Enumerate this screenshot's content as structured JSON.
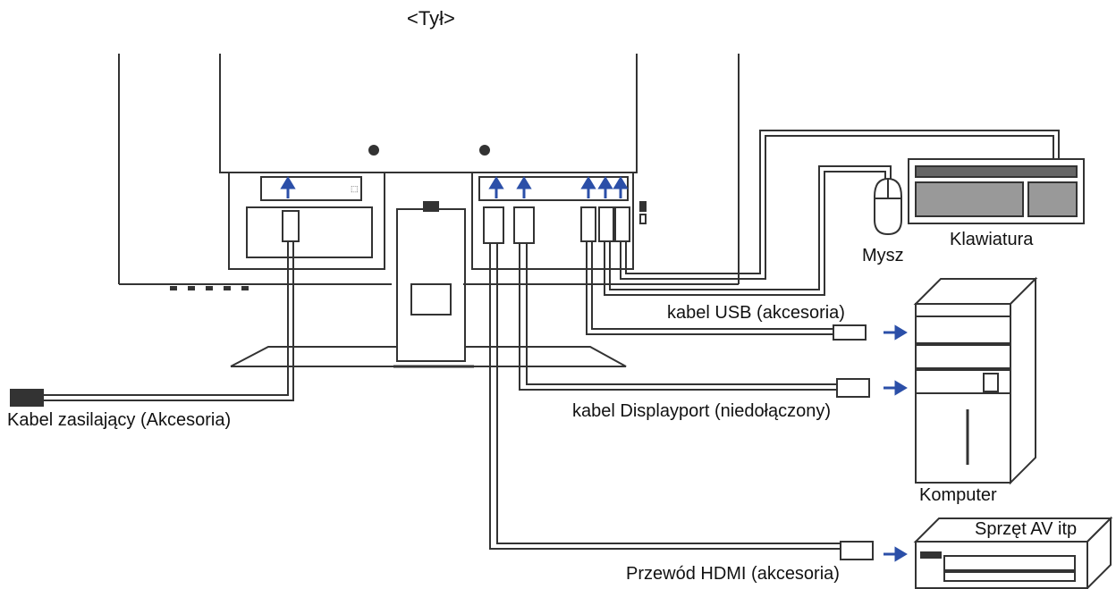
{
  "diagram": {
    "title": "<Tył>",
    "labels": {
      "power_cable": "Kabel zasilający (Akcesoria)",
      "usb_cable": "kabel USB (akcesoria)",
      "displayport_cable": "kabel Displayport (niedołączony)",
      "hdmi_cable": "Przewód HDMI (akcesoria)",
      "mouse": "Mysz",
      "keyboard": "Klawiatura",
      "computer": "Komputer",
      "av_equipment": "Sprzęt AV itp"
    },
    "colors": {
      "line": "#333333",
      "arrow": "#2b4fa8",
      "background": "#ffffff"
    }
  }
}
